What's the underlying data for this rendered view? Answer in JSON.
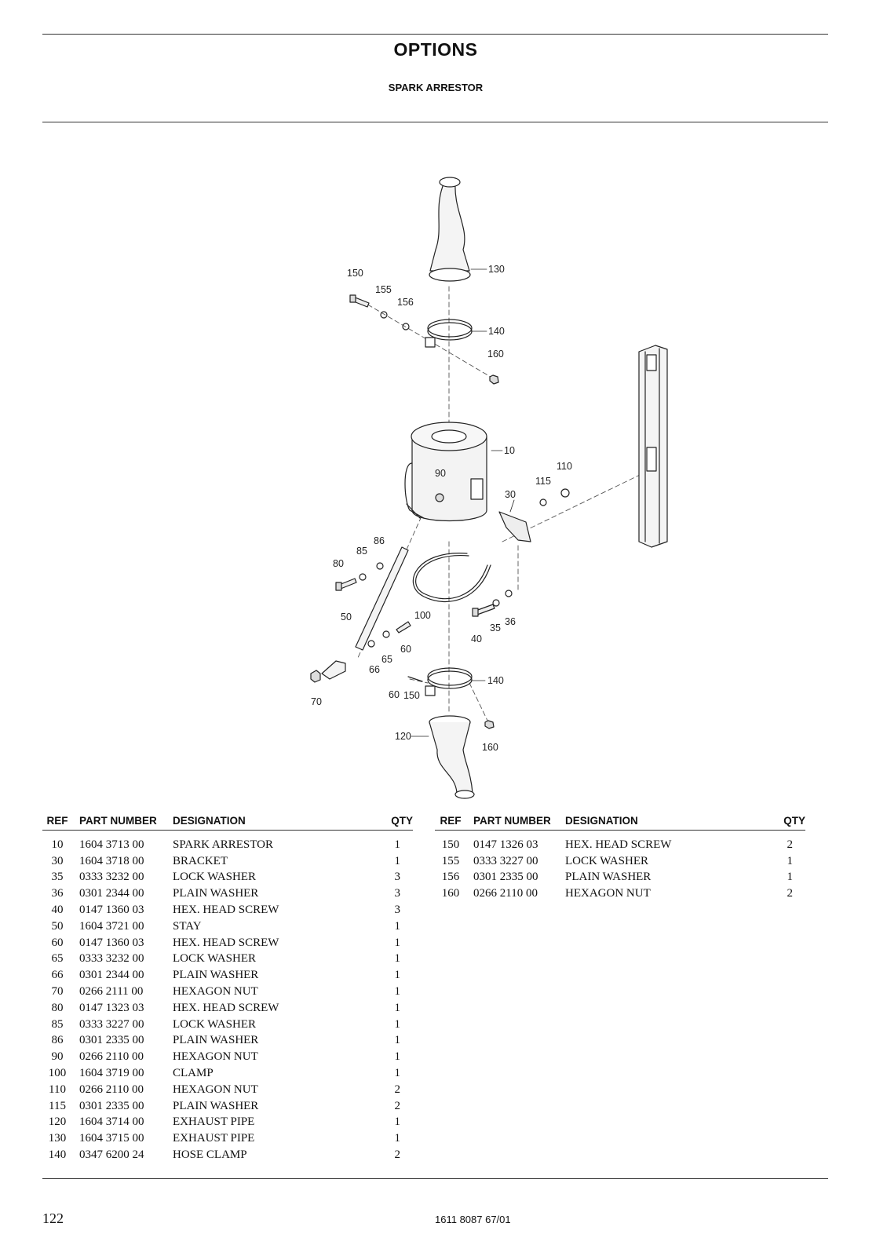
{
  "header": {
    "title": "OPTIONS",
    "subtitle": "SPARK ARRESTOR"
  },
  "diagram": {
    "callouts": {
      "c150a": "150",
      "c155": "155",
      "c156": "156",
      "c130": "130",
      "c140a": "140",
      "c160a": "160",
      "c10": "10",
      "c90": "90",
      "c110": "110",
      "c115": "115",
      "c30": "30",
      "c86": "86",
      "c85": "85",
      "c80": "80",
      "c50": "50",
      "c100": "100",
      "c40": "40",
      "c35": "35",
      "c36": "36",
      "c65": "65",
      "c60a": "60",
      "c66": "66",
      "c70": "70",
      "c60b": "60",
      "c150b": "150",
      "c140b": "140",
      "c120": "120",
      "c160b": "160"
    }
  },
  "table": {
    "headers": {
      "ref": "REF",
      "part_number": "PART NUMBER",
      "designation": "DESIGNATION",
      "qty": "QTY"
    },
    "left_rows": [
      {
        "ref": "10",
        "part": "1604 3713 00",
        "designation": "SPARK ARRESTOR",
        "qty": "1"
      },
      {
        "ref": "30",
        "part": "1604 3718 00",
        "designation": "BRACKET",
        "qty": "1"
      },
      {
        "ref": "35",
        "part": "0333 3232 00",
        "designation": "LOCK WASHER",
        "qty": "3"
      },
      {
        "ref": "36",
        "part": "0301 2344 00",
        "designation": "PLAIN WASHER",
        "qty": "3"
      },
      {
        "ref": "40",
        "part": "0147 1360 03",
        "designation": "HEX. HEAD SCREW",
        "qty": "3"
      },
      {
        "ref": "50",
        "part": "1604 3721 00",
        "designation": "STAY",
        "qty": "1"
      },
      {
        "ref": "60",
        "part": "0147 1360 03",
        "designation": "HEX. HEAD SCREW",
        "qty": "1"
      },
      {
        "ref": "65",
        "part": "0333 3232 00",
        "designation": "LOCK WASHER",
        "qty": "1"
      },
      {
        "ref": "66",
        "part": "0301 2344 00",
        "designation": "PLAIN WASHER",
        "qty": "1"
      },
      {
        "ref": "70",
        "part": "0266 2111 00",
        "designation": "HEXAGON NUT",
        "qty": "1"
      },
      {
        "ref": "80",
        "part": "0147 1323 03",
        "designation": "HEX. HEAD SCREW",
        "qty": "1"
      },
      {
        "ref": "85",
        "part": "0333 3227 00",
        "designation": "LOCK WASHER",
        "qty": "1"
      },
      {
        "ref": "86",
        "part": "0301 2335 00",
        "designation": "PLAIN WASHER",
        "qty": "1"
      },
      {
        "ref": "90",
        "part": "0266 2110 00",
        "designation": "HEXAGON NUT",
        "qty": "1"
      },
      {
        "ref": "100",
        "part": "1604 3719 00",
        "designation": "CLAMP",
        "qty": "1"
      },
      {
        "ref": "110",
        "part": "0266 2110 00",
        "designation": "HEXAGON NUT",
        "qty": "2"
      },
      {
        "ref": "115",
        "part": "0301 2335 00",
        "designation": "PLAIN WASHER",
        "qty": "2"
      },
      {
        "ref": "120",
        "part": "1604 3714 00",
        "designation": "EXHAUST PIPE",
        "qty": "1"
      },
      {
        "ref": "130",
        "part": "1604 3715 00",
        "designation": "EXHAUST PIPE",
        "qty": "1"
      },
      {
        "ref": "140",
        "part": "0347 6200 24",
        "designation": "HOSE CLAMP",
        "qty": "2"
      }
    ],
    "right_rows": [
      {
        "ref": "150",
        "part": "0147 1326 03",
        "designation": "HEX. HEAD SCREW",
        "qty": "2"
      },
      {
        "ref": "155",
        "part": "0333 3227 00",
        "designation": "LOCK WASHER",
        "qty": "1"
      },
      {
        "ref": "156",
        "part": "0301 2335 00",
        "designation": "PLAIN WASHER",
        "qty": "1"
      },
      {
        "ref": "160",
        "part": "0266 2110 00",
        "designation": "HEXAGON NUT",
        "qty": "2"
      }
    ]
  },
  "footer": {
    "page_number": "122",
    "document_number": "1611 8087 67/01"
  }
}
